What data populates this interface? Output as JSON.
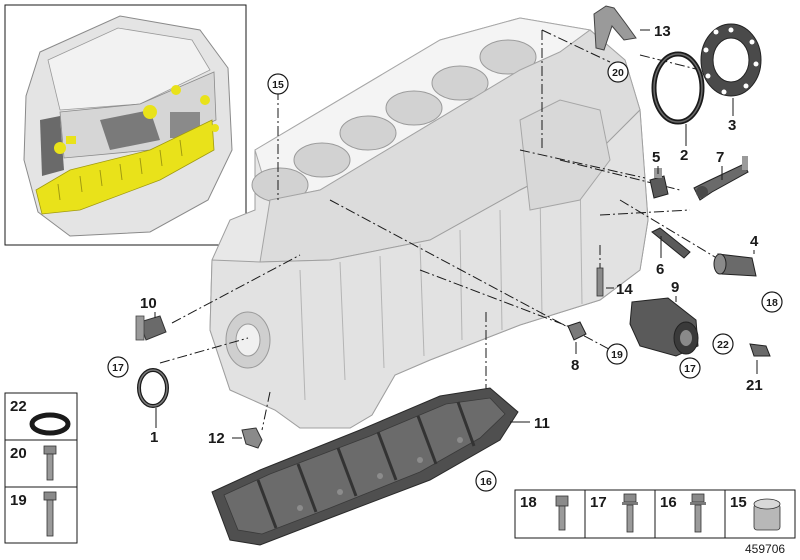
{
  "diagram": {
    "drawing_id": "459706",
    "callouts": [
      "1",
      "2",
      "3",
      "4",
      "5",
      "6",
      "7",
      "8",
      "9",
      "10",
      "11",
      "12",
      "13",
      "14",
      "21"
    ],
    "circled_refs": [
      "15",
      "16",
      "17",
      "17",
      "17",
      "18",
      "19",
      "20",
      "22"
    ],
    "legend_left": [
      "22",
      "20",
      "19"
    ],
    "legend_bottom": [
      "18",
      "17",
      "16",
      "15"
    ]
  },
  "colors": {
    "line": "#1a1a1a",
    "part_light": "#e6e6e6",
    "part_mid": "#bdbdbd",
    "part_dark": "#5c5c5c",
    "highlight": "#e9e21a",
    "legend_bg": "#f3f3f3"
  }
}
